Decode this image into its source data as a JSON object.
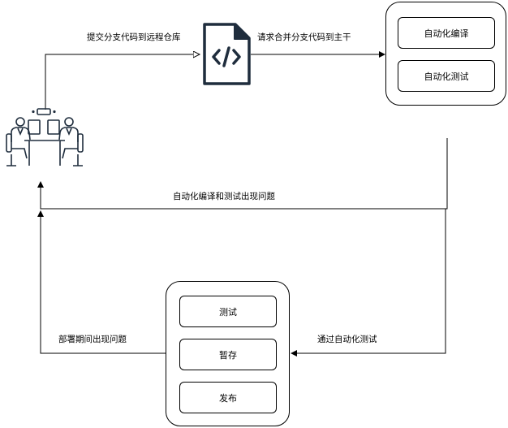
{
  "edges": {
    "push_label": "提交分支代码到远程仓库",
    "merge_label": "请求合并分支代码到主干",
    "ci_fail_label": "自动化编译和测试出现问题",
    "ci_pass_label": "通过自动化测试",
    "deploy_fail_label": "部署期间出现问题"
  },
  "ci_box": {
    "steps": [
      "自动化编译",
      "自动化测试"
    ]
  },
  "deploy_box": {
    "steps": [
      "测试",
      "暂存",
      "发布"
    ]
  },
  "icons": {
    "team": "developers-team-icon",
    "code_file": "code-file-icon"
  },
  "colors": {
    "stroke": "#000000",
    "file_icon": "#1f2d3d"
  }
}
